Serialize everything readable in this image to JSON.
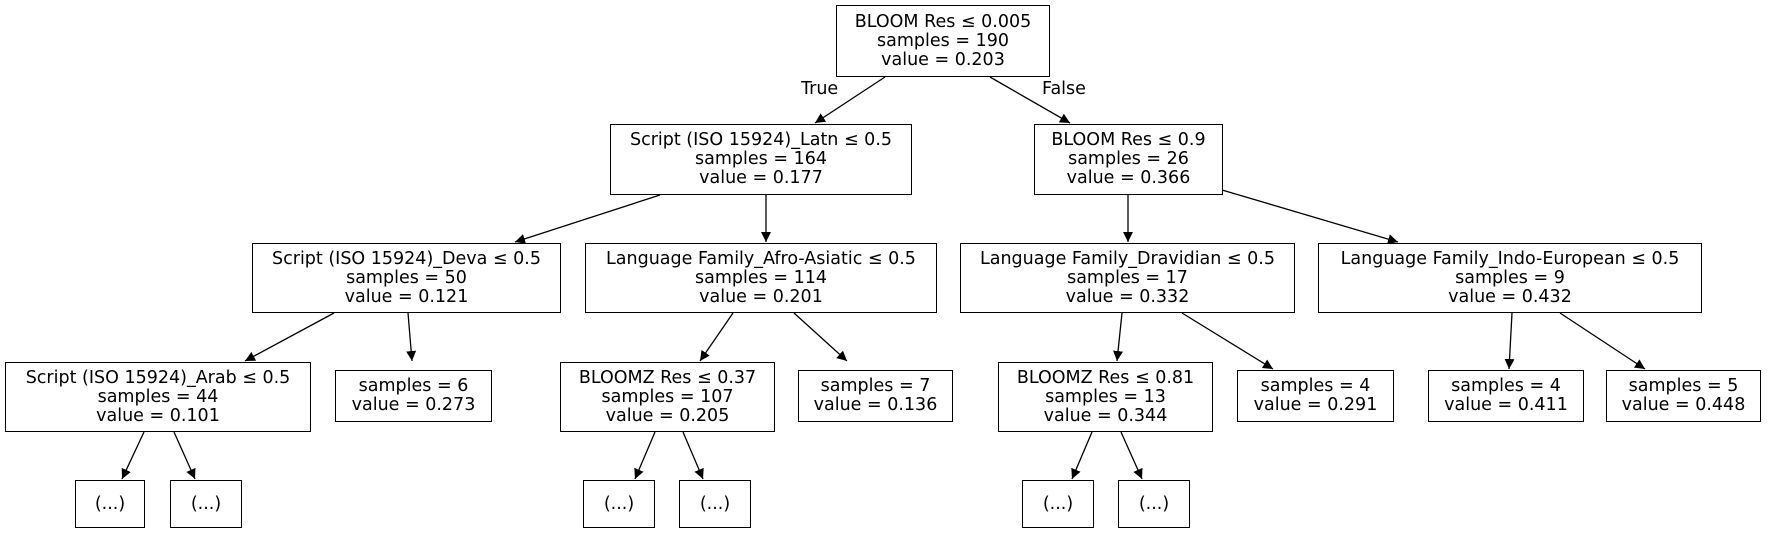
{
  "tree": {
    "root": {
      "lines": [
        "BLOOM Res ≤ 0.005",
        "samples = 190",
        "value = 0.203"
      ]
    },
    "n1": {
      "lines": [
        "Script (ISO 15924)_Latn ≤ 0.5",
        "samples = 164",
        "value = 0.177"
      ]
    },
    "n2": {
      "lines": [
        "BLOOM Res ≤ 0.9",
        "samples = 26",
        "value = 0.366"
      ]
    },
    "n3": {
      "lines": [
        "Script (ISO 15924)_Deva ≤ 0.5",
        "samples = 50",
        "value = 0.121"
      ]
    },
    "n4": {
      "lines": [
        "Language Family_Afro-Asiatic ≤ 0.5",
        "samples = 114",
        "value = 0.201"
      ]
    },
    "n5": {
      "lines": [
        "Language Family_Dravidian ≤ 0.5",
        "samples = 17",
        "value = 0.332"
      ]
    },
    "n6": {
      "lines": [
        "Language Family_Indo-European ≤ 0.5",
        "samples = 9",
        "value = 0.432"
      ]
    },
    "n7": {
      "lines": [
        "Script (ISO 15924)_Arab ≤ 0.5",
        "samples = 44",
        "value = 0.101"
      ]
    },
    "n8": {
      "lines": [
        "samples = 6",
        "value = 0.273"
      ]
    },
    "n9": {
      "lines": [
        "BLOOMZ Res ≤ 0.37",
        "samples = 107",
        "value = 0.205"
      ]
    },
    "n10": {
      "lines": [
        "samples = 7",
        "value = 0.136"
      ]
    },
    "n11": {
      "lines": [
        "BLOOMZ Res ≤ 0.81",
        "samples = 13",
        "value = 0.344"
      ]
    },
    "n12": {
      "lines": [
        "samples = 4",
        "value = 0.291"
      ]
    },
    "n13": {
      "lines": [
        "samples = 4",
        "value = 0.411"
      ]
    },
    "n14": {
      "lines": [
        "samples = 5",
        "value = 0.448"
      ]
    },
    "e1": {
      "lines": [
        "(...)"
      ]
    },
    "e2": {
      "lines": [
        "(...)"
      ]
    },
    "e3": {
      "lines": [
        "(...)"
      ]
    },
    "e4": {
      "lines": [
        "(...)"
      ]
    },
    "e5": {
      "lines": [
        "(...)"
      ]
    },
    "e6": {
      "lines": [
        "(...)"
      ]
    }
  },
  "edge_labels": {
    "true_label": "True",
    "false_label": "False"
  },
  "colors": {
    "stroke": "#000000",
    "background": "#ffffff"
  }
}
